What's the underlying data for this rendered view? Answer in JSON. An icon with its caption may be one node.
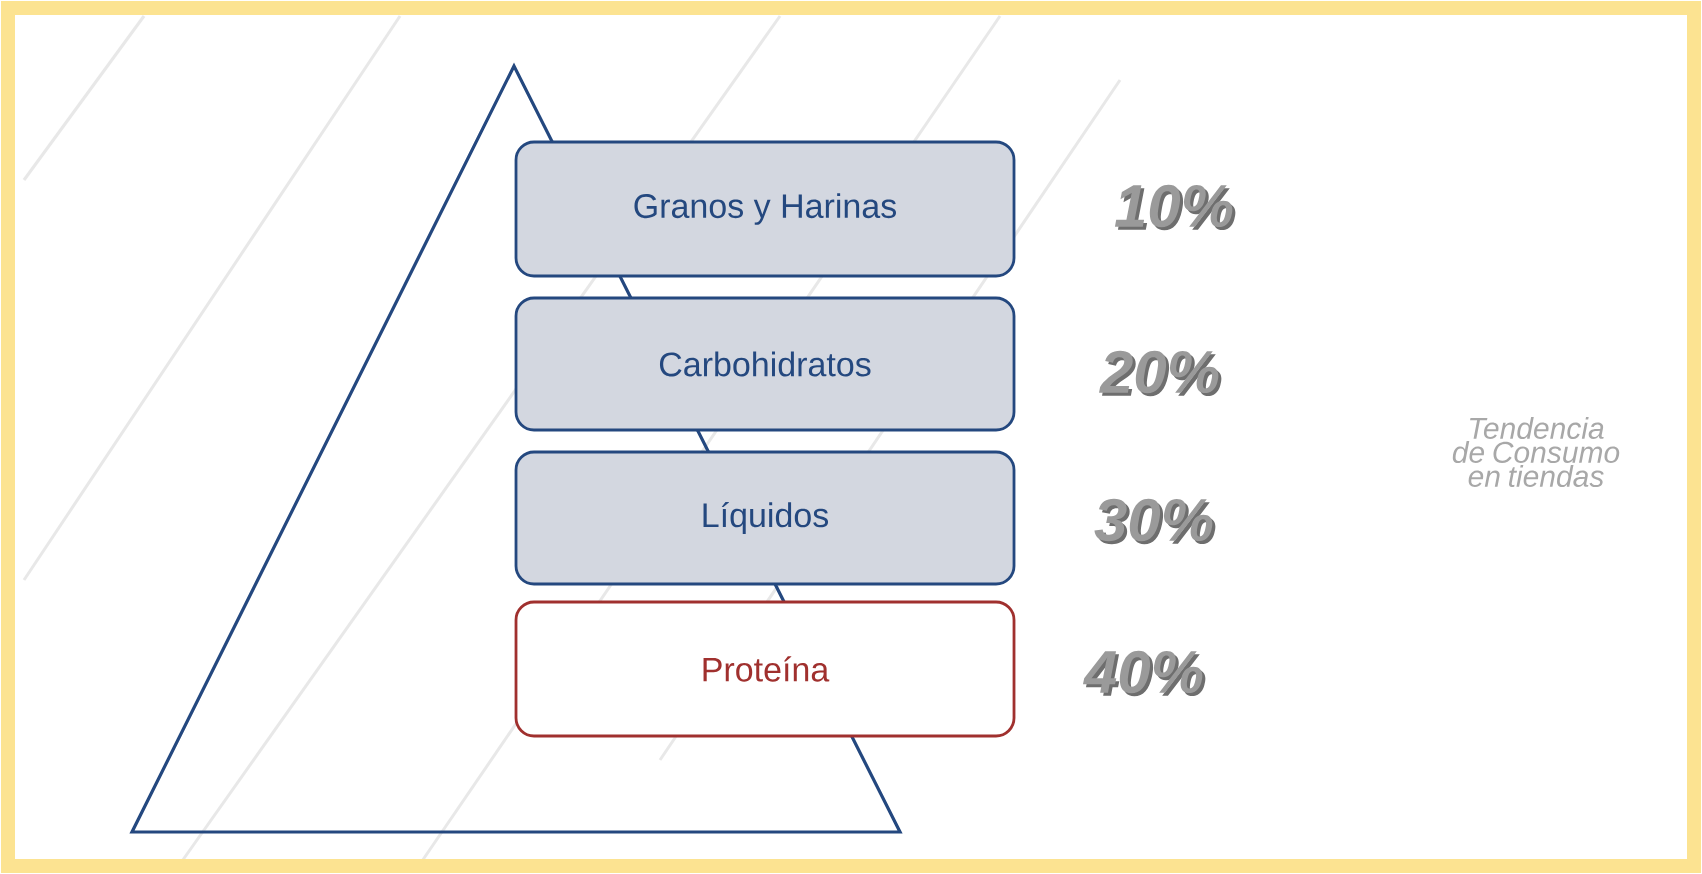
{
  "diagram": {
    "nodes": [
      {
        "text": [],
        "shape": "triangle"
      },
      {
        "text": [
          "Granos y Harinas"
        ],
        "beside": [
          "10%"
        ]
      },
      {
        "text": [
          "Carbohidratos"
        ],
        "beside": [
          "20%"
        ]
      },
      {
        "text": [
          "Líquidos"
        ],
        "beside": [
          "30%"
        ]
      },
      {
        "text": [
          "Proteína"
        ],
        "beside": [
          "40%"
        ]
      }
    ],
    "labels": [
      "Tendencia de Consumo en tiendas"
    ]
  }
}
